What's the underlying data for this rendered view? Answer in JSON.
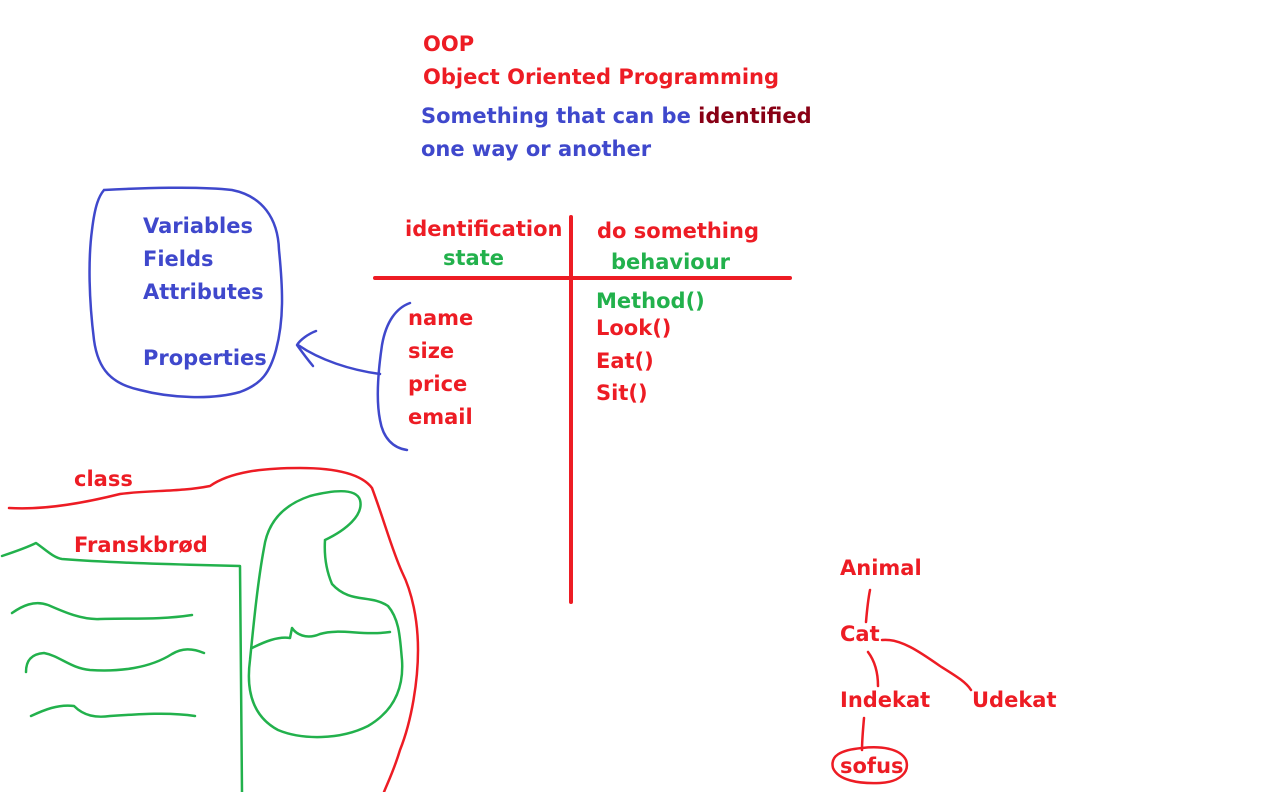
{
  "title": {
    "abbr": "OOP",
    "full": "Object Oriented Programming"
  },
  "definition": {
    "part1": "Something that can be",
    "highlight": "identified",
    "line2": "one way or another"
  },
  "table": {
    "left_header": "identification",
    "left_sub": "state",
    "right_header": "do something",
    "right_sub": "behaviour",
    "state_items": [
      "name",
      "size",
      "price",
      "email"
    ],
    "behaviour_items": [
      "Method()",
      "Look()",
      "Eat()",
      "Sit()"
    ]
  },
  "synonyms": [
    "Variables",
    "Fields",
    "Attributes",
    "Properties"
  ],
  "class_sketch": {
    "label": "class",
    "name": "Franskbrød"
  },
  "hierarchy": {
    "root": "Animal",
    "child": "Cat",
    "left_leaf": "Indekat",
    "right_leaf": "Udekat",
    "instance": "sofus"
  },
  "colors": {
    "red": "#ed1c24",
    "blue": "#3f48cc",
    "green": "#22b14c",
    "dark_red": "#880015"
  }
}
